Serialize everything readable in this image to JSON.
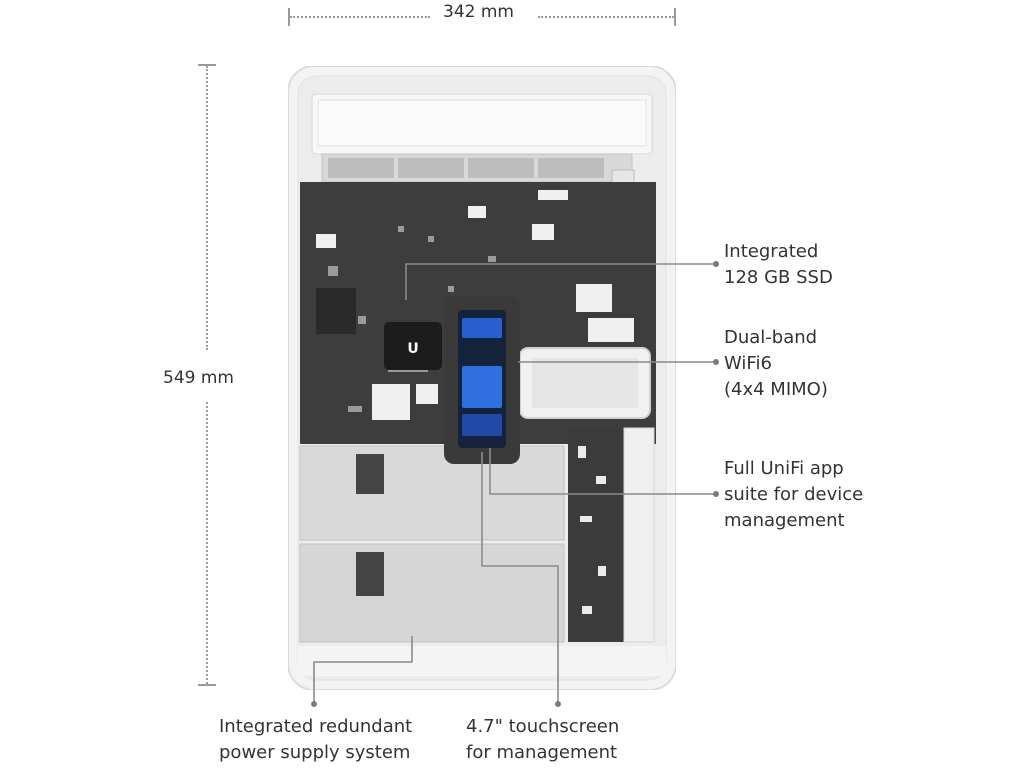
{
  "dimensions": {
    "width": "342 mm",
    "height": "549 mm"
  },
  "callouts": {
    "ssd": [
      "Integrated",
      "128 GB SSD"
    ],
    "wifi": [
      "Dual-band",
      "WiFi6",
      "(4x4 MIMO)"
    ],
    "app": [
      "Full UniFi app",
      "suite for device",
      "management"
    ],
    "psu": [
      "Integrated redundant",
      "power supply system"
    ],
    "touch": [
      "4.7\" touchscreen",
      "for management"
    ]
  },
  "device": {
    "logo": "U"
  },
  "colors": {
    "housing": "#eeeeee",
    "board": "#3c3c3c",
    "psu": "#d6d6d6",
    "screen": "#2a5fd0",
    "leader": "#8a8a8a"
  }
}
